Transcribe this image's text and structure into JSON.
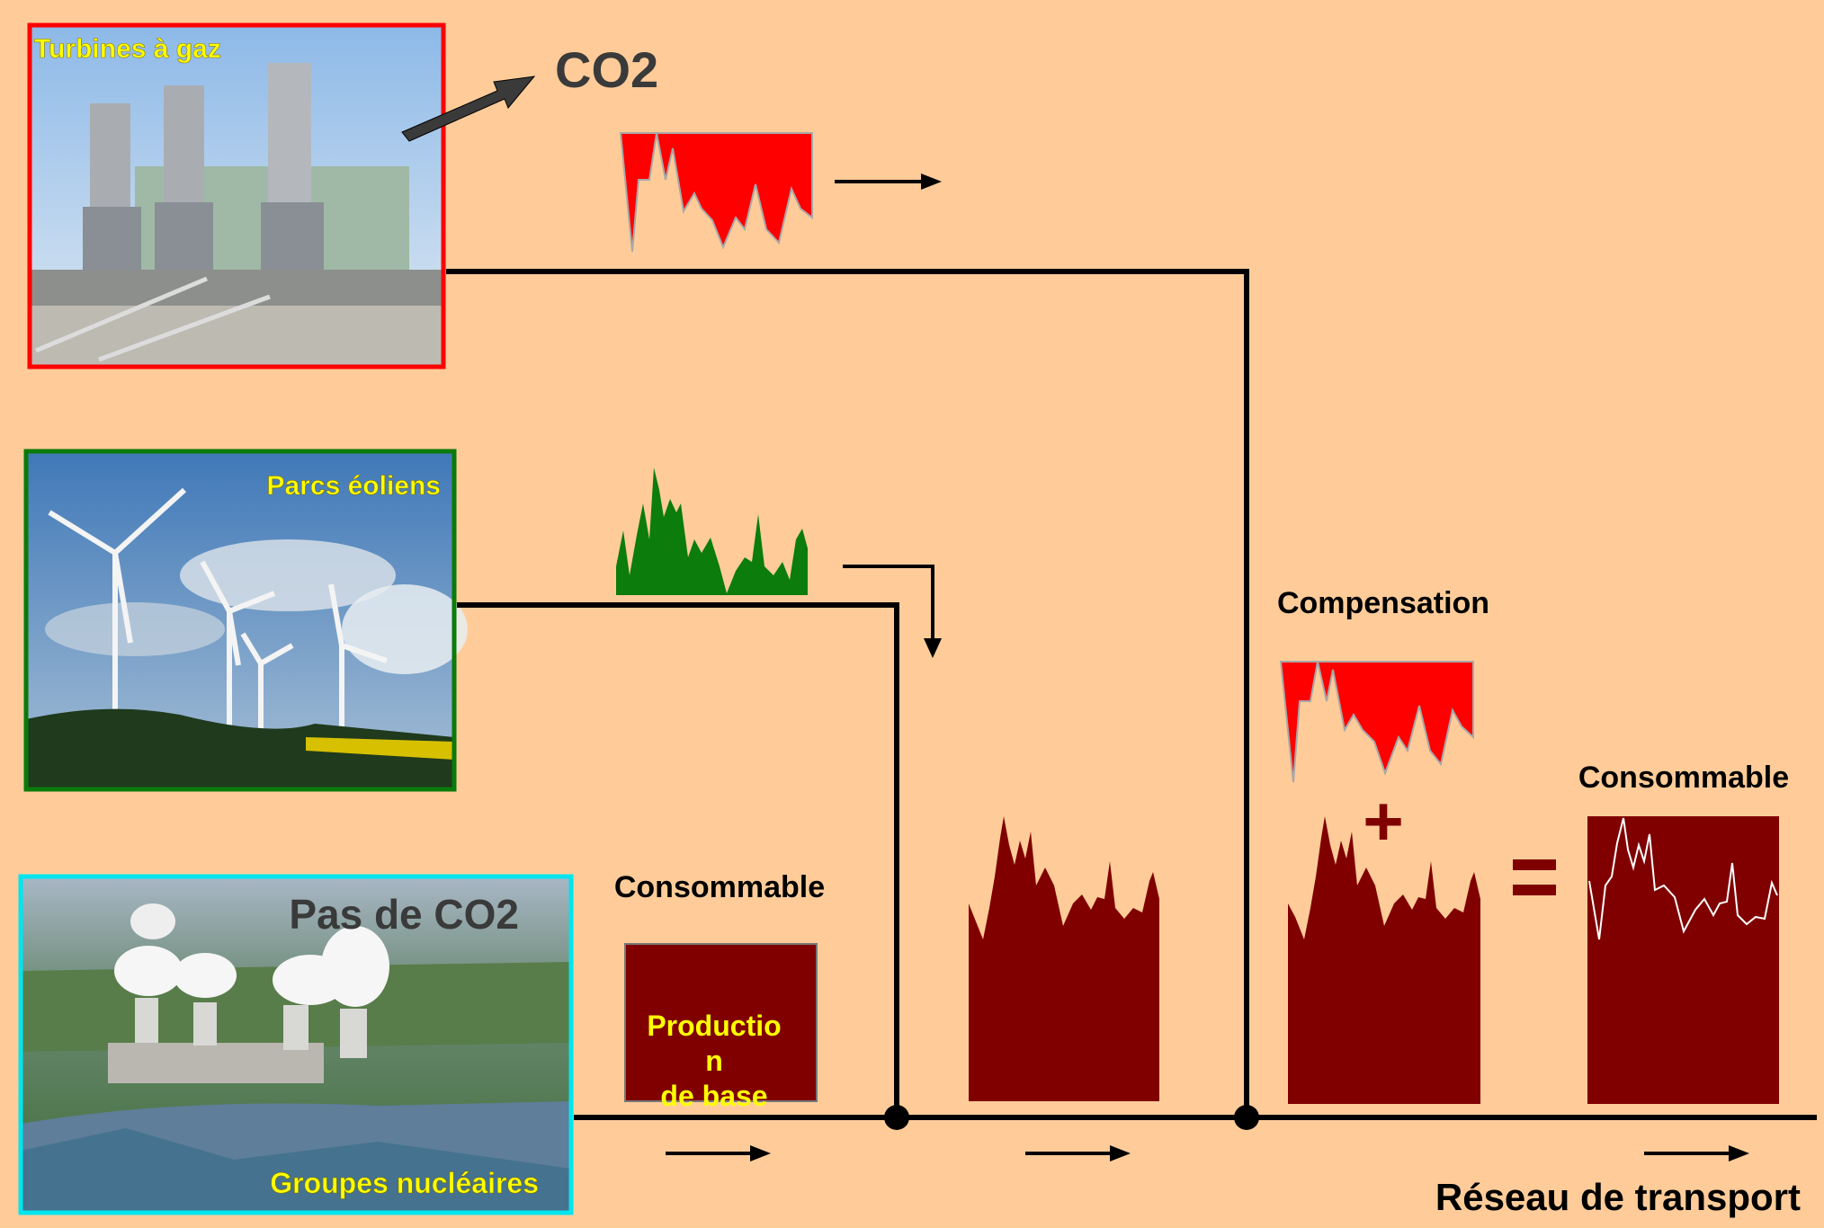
{
  "colors": {
    "background": "#ffcc99",
    "gas": "#ff0000",
    "wind": "#0c7c0c",
    "nuclear": "#800000",
    "label_yellow": "#ffff00",
    "gas_frame": "#ff0000",
    "wind_frame": "#0a7a0a",
    "nuclear_frame": "#00e5ee"
  },
  "labels": {
    "gas_title": "Turbines à gaz",
    "co2": "CO2",
    "wind_title": "Parcs éoliens",
    "no_co2": "Pas de CO2",
    "nuclear_title": "Groupes nucléaires",
    "consumable_left": "Consommable",
    "base_line1": "Productio",
    "base_line2": "n",
    "base_line3": "de base",
    "compensation": "Compensation",
    "plus": "+",
    "equals": "=",
    "consumable_right": "Consommable",
    "network": "Réseau de transport"
  },
  "icons": {
    "co2_arrow": "arrow-up-right-icon",
    "flow_arrow": "arrow-right-icon",
    "down_arrow": "arrow-down-icon",
    "node": "junction-dot-icon"
  }
}
